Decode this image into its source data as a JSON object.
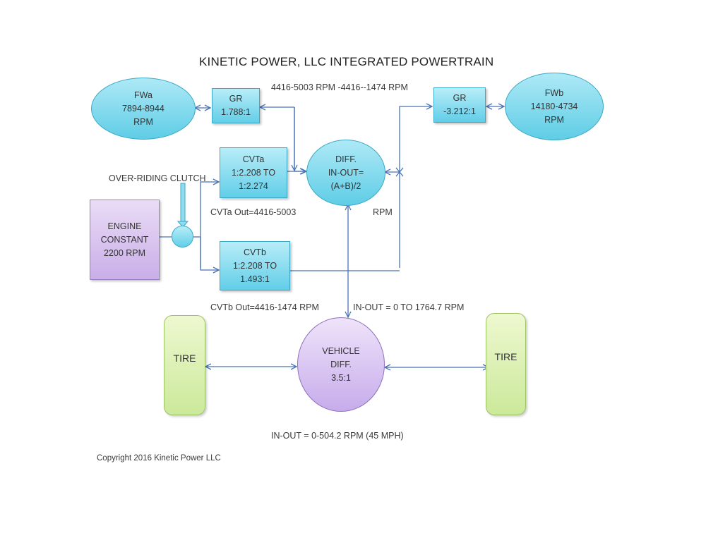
{
  "title": "KINETIC POWER, LLC INTEGRATED POWERTRAIN",
  "nodes": {
    "fwa": {
      "lines": [
        "FWa",
        "7894-8944",
        "RPM"
      ],
      "color": "#5fcde6"
    },
    "gr_a": {
      "lines": [
        "GR",
        "1.788:1"
      ],
      "color": "#62cee8"
    },
    "gr_b": {
      "lines": [
        "GR",
        "-3.212:1"
      ],
      "color": "#62cee8"
    },
    "fwb": {
      "lines": [
        "FWb",
        "14180-4734",
        "RPM"
      ],
      "color": "#5fcde6"
    },
    "cvta": {
      "lines": [
        "CVTa",
        "1:2.208 TO",
        "1:2.274"
      ],
      "color": "#62cee8"
    },
    "cvtb": {
      "lines": [
        "CVTb",
        "1:2.208 TO",
        "1.493:1"
      ],
      "color": "#62cee8"
    },
    "diff": {
      "lines": [
        "DIFF.",
        "IN-OUT=",
        "(A+B)/2"
      ],
      "color": "#5fcde6"
    },
    "engine": {
      "lines": [
        "ENGINE",
        "CONSTANT",
        "2200 RPM"
      ],
      "color": "#c9aee8"
    },
    "clutch": {
      "lines": [],
      "color": "#62cee8"
    },
    "vehicle_diff": {
      "lines": [
        "VEHICLE",
        "DIFF.",
        "3.5:1"
      ],
      "color": "#c7aceb"
    },
    "tire_left": {
      "lines": [
        "TIRE"
      ],
      "color": "#cbe99a"
    },
    "tire_right": {
      "lines": [
        "TIRE"
      ],
      "color": "#cbe99a"
    }
  },
  "labels": {
    "top_rpm": "4416-5003 RPM  -4416--1474 RPM",
    "overriding_clutch": "OVER-RIDING CLUTCH",
    "cvta_out": "CVTa Out=4416-5003",
    "rpm": "RPM",
    "cvtb_out": "CVTb Out=4416-1474 RPM",
    "diff_out": "IN-OUT = 0 TO 1764.7 RPM",
    "vehicle_out": "IN-OUT = 0-504.2 RPM (45 MPH)",
    "copyright": "Copyright 2016 Kinetic Power LLC"
  },
  "colors": {
    "connector": "#4a72b8"
  }
}
